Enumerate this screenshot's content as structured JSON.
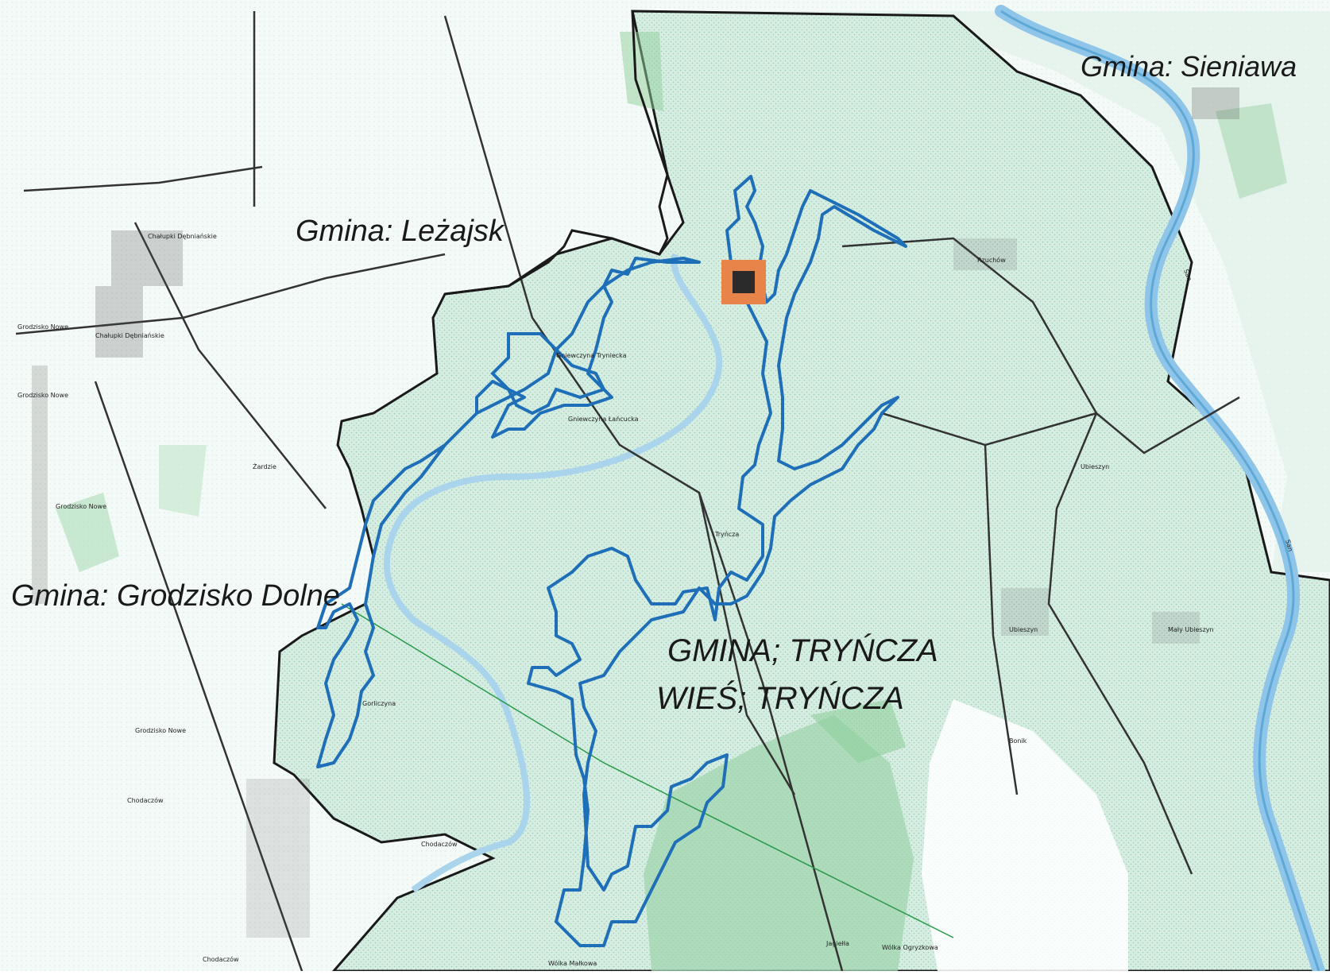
{
  "map": {
    "region_labels": {
      "sieniawa": "Gmina: Sieniawa",
      "lezajsk": "Gmina: Leżajsk",
      "grodzisko": "Gmina: Grodzisko Dolne",
      "tryncza_gmina": "GMINA; TRYŃCZA",
      "tryncza_wies": "WIEŚ; TRYŃCZA"
    },
    "place_labels": {
      "chalupki_debnianskie": "Chałupki Dębniańskie",
      "chalupki_debnianskie_2": "Chałupki Dębniańskie",
      "grodzisko_nowe_1": "Grodzisko Nowe",
      "grodzisko_nowe_2": "Grodzisko Nowe",
      "grodzisko_nowe_3": "Grodzisko Nowe",
      "grodzisko_nowe_4": "Grodzisko Nowe",
      "chodaczow_1": "Chodaczów",
      "chodaczow_2": "Chodaczów",
      "chodaczow_3": "Chodaczów",
      "tryncza": "Tryńcza",
      "ubieszyn_1": "Ubieszyn",
      "ubieszyn_2": "Ubieszyn",
      "rzuchow": "Rzuchów",
      "gniewczyna_1": "Gniewczyna Tryniecka",
      "gniewczyna_2": "Gniewczyna Łańcucka",
      "wolka_malkowa": "Wólka Małkowa",
      "wolka_ogryzkowa": "Wólka Ogryzkowa",
      "jagiella": "Jagiełła",
      "gorliczyna": "Gorliczyna",
      "san_1": "San",
      "san_2": "San",
      "zerdzie": "Żardzie",
      "bonik": "Bonik",
      "maly_obieszyn": "Mały Ubieszyn"
    },
    "colors": {
      "background": "#ffffff",
      "gmina_fill": "#d9efe5",
      "gmina_border": "#1a1a1a",
      "village_boundary": "#1f6fb8",
      "river": "#8ec5e8",
      "forest": "#8fcf9c",
      "road": "#333333",
      "marker_outer": "#e8834a",
      "marker_inner": "#2b2b2b"
    }
  }
}
